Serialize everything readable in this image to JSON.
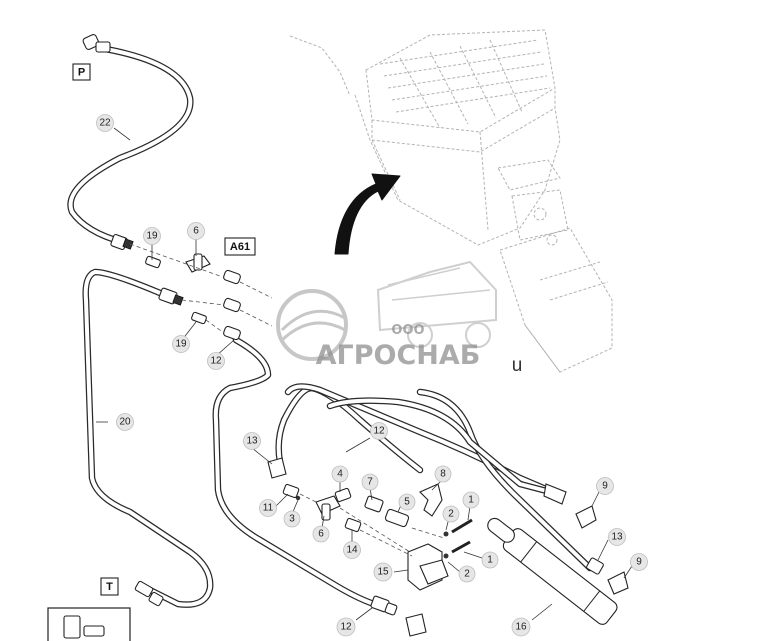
{
  "box_labels": [
    "P",
    "A61",
    "T"
  ],
  "callouts": [
    "22",
    "19",
    "6",
    "19",
    "12",
    "20",
    "13",
    "12",
    "4",
    "7",
    "8",
    "11",
    "3",
    "6",
    "5",
    "14",
    "1",
    "2",
    "1",
    "2",
    "9",
    "13",
    "9",
    "15",
    "12",
    "16"
  ],
  "watermark": {
    "company_prefix": "ООО",
    "company_name": "АГРОСНАБ",
    "suffix": "u"
  }
}
